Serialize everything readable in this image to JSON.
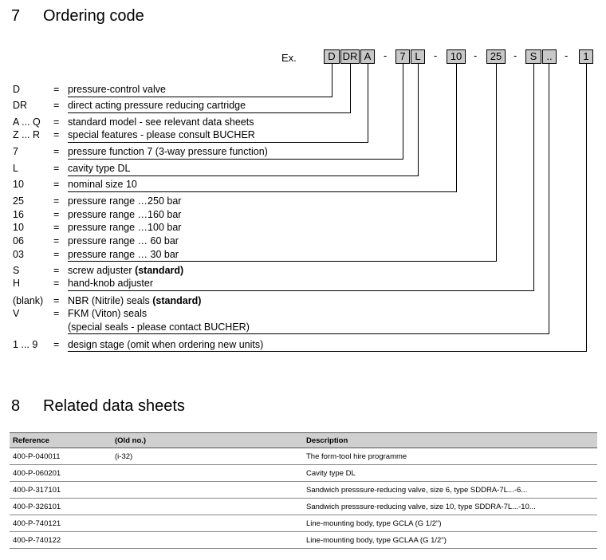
{
  "section7": {
    "number": "7",
    "title": "Ordering code"
  },
  "example_label": "Ex.",
  "code_boxes": [
    "D",
    "DR",
    "A",
    "7",
    "L",
    "10",
    "25",
    "S",
    "..",
    "1"
  ],
  "separator": "-",
  "rows": [
    {
      "code": "D",
      "eq": "=",
      "desc": "pressure-control valve"
    },
    {
      "code": "DR",
      "eq": "=",
      "desc": "direct acting pressure reducing cartridge"
    },
    {
      "code": "A ... Q",
      "eq": "=",
      "desc": "standard model - see relevant data sheets"
    },
    {
      "code": "Z ... R",
      "eq": "=",
      "desc": "special features - please consult BUCHER"
    },
    {
      "code": "7",
      "eq": "=",
      "desc": "pressure function 7 (3-way pressure function)"
    },
    {
      "code": "L",
      "eq": "=",
      "desc": "cavity type DL"
    },
    {
      "code": "10",
      "eq": "=",
      "desc": "nominal size 10"
    },
    {
      "code": "25",
      "eq": "=",
      "desc": "pressure range …250 bar"
    },
    {
      "code": "16",
      "eq": "=",
      "desc": "pressure range …160 bar"
    },
    {
      "code": "10",
      "eq": "=",
      "desc": "pressure range …100 bar"
    },
    {
      "code": "06",
      "eq": "=",
      "desc": "pressure range …  60 bar"
    },
    {
      "code": "03",
      "eq": "=",
      "desc": "pressure range …  30 bar"
    },
    {
      "code": "S",
      "eq": "=",
      "desc": "screw adjuster (standard)"
    },
    {
      "code": "H",
      "eq": "=",
      "desc": "hand-knob adjuster"
    },
    {
      "code": "(blank)",
      "eq": "=",
      "desc": "NBR (Nitrile) seals  (standard)"
    },
    {
      "code": "V",
      "eq": "=",
      "desc": "FKM (Viton) seals"
    },
    {
      "code": "",
      "eq": "",
      "desc": "(special seals - please contact BUCHER)"
    },
    {
      "code": "1 ... 9",
      "eq": "=",
      "desc": "design stage (omit when ordering new units)"
    }
  ],
  "section8": {
    "number": "8",
    "title": "Related data sheets"
  },
  "table": {
    "headers": [
      "Reference",
      "(Old no.)",
      "Description"
    ],
    "rows": [
      [
        "400-P-040011",
        "(i-32)",
        "The form-tool hire programme"
      ],
      [
        "400-P-060201",
        "",
        "Cavity type DL"
      ],
      [
        "400-P-317101",
        "",
        "Sandwich presssure-reducing valve, size 6, type SDDRA-7L...-6..."
      ],
      [
        "400-P-326101",
        "",
        "Sandwich presssure-reducing valve, size 10, type SDDRA-7L...-10..."
      ],
      [
        "400-P-740121",
        "",
        "Line-mounting body, type GCLA (G 1/2\")"
      ],
      [
        "400-P-740122",
        "",
        "Line-mounting body, type GCLAA (G 1/2\")"
      ]
    ]
  }
}
